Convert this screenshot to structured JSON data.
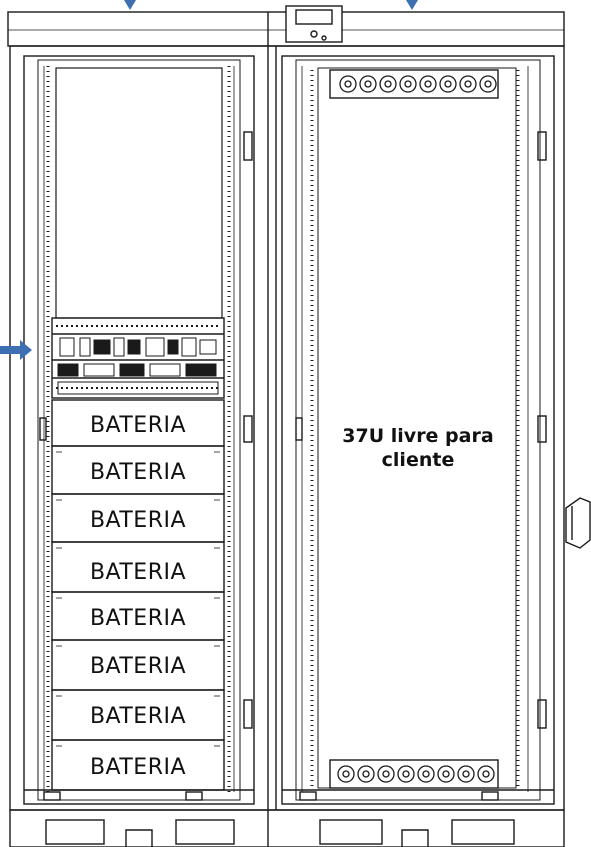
{
  "left_rack": {
    "battery_modules": [
      {
        "label": "BATERIA"
      },
      {
        "label": "BATERIA"
      },
      {
        "label": "BATERIA"
      },
      {
        "label": "BATERIA"
      },
      {
        "label": "BATERIA"
      },
      {
        "label": "BATERIA"
      },
      {
        "label": "BATERIA"
      },
      {
        "label": "BATERIA"
      }
    ]
  },
  "right_rack": {
    "free_space_line1": "37U livre para",
    "free_space_line2": "cliente"
  },
  "colors": {
    "line": "#1a1a1a",
    "arrow": "#3f6fb3",
    "background": "#ffffff"
  }
}
